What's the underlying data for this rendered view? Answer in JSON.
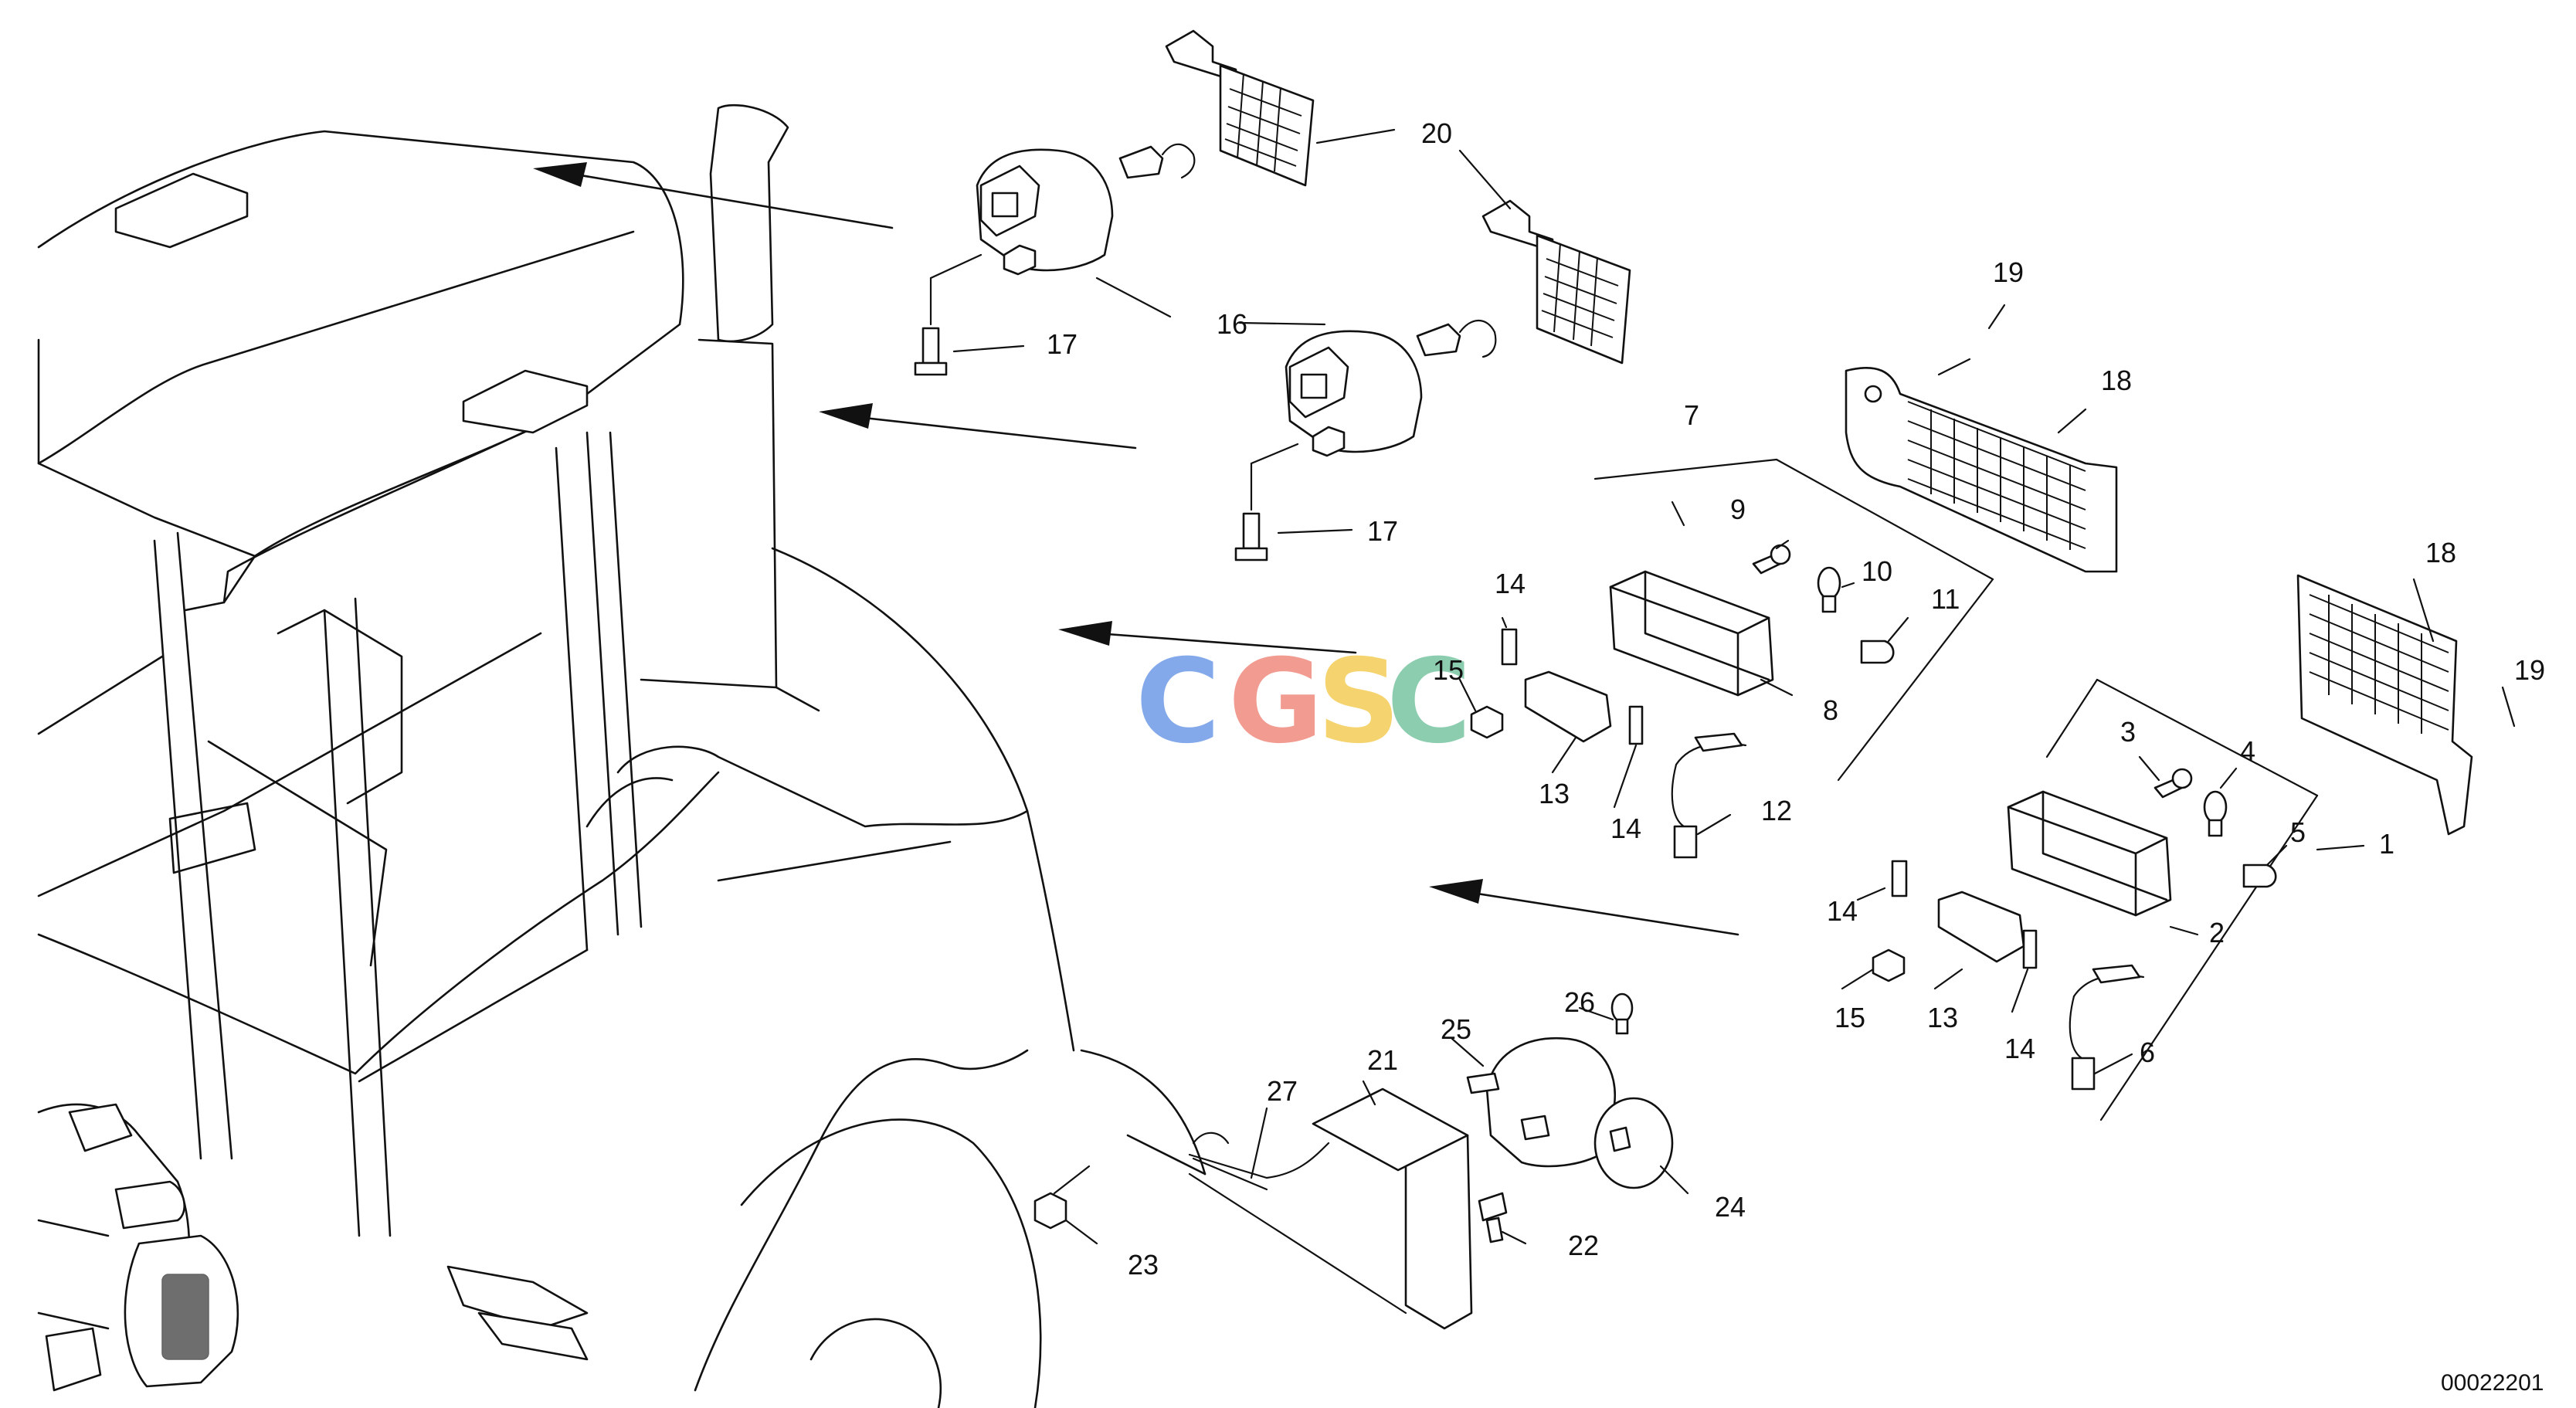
{
  "drawing_number": "00022201",
  "watermark": {
    "letters": [
      "C",
      "G",
      "S",
      "C"
    ],
    "colors": [
      "#6f9be8",
      "#ef8a7e",
      "#f4cd58",
      "#79c5a2"
    ]
  },
  "callouts": [
    {
      "id": "c20",
      "label": "20"
    },
    {
      "id": "c16",
      "label": "16"
    },
    {
      "id": "c17a",
      "label": "17"
    },
    {
      "id": "c17b",
      "label": "17"
    },
    {
      "id": "c19a",
      "label": "19"
    },
    {
      "id": "c18a",
      "label": "18"
    },
    {
      "id": "c7",
      "label": "7"
    },
    {
      "id": "c9",
      "label": "9"
    },
    {
      "id": "c10",
      "label": "10"
    },
    {
      "id": "c11",
      "label": "11"
    },
    {
      "id": "c14a",
      "label": "14"
    },
    {
      "id": "c15a",
      "label": "15"
    },
    {
      "id": "c8",
      "label": "8"
    },
    {
      "id": "c13a",
      "label": "13"
    },
    {
      "id": "c14b",
      "label": "14"
    },
    {
      "id": "c12",
      "label": "12"
    },
    {
      "id": "c18b",
      "label": "18"
    },
    {
      "id": "c19b",
      "label": "19"
    },
    {
      "id": "c3",
      "label": "3"
    },
    {
      "id": "c4",
      "label": "4"
    },
    {
      "id": "c5",
      "label": "5"
    },
    {
      "id": "c1",
      "label": "1"
    },
    {
      "id": "c14c",
      "label": "14"
    },
    {
      "id": "c2",
      "label": "2"
    },
    {
      "id": "c15b",
      "label": "15"
    },
    {
      "id": "c13b",
      "label": "13"
    },
    {
      "id": "c14d",
      "label": "14"
    },
    {
      "id": "c6",
      "label": "6"
    },
    {
      "id": "c26",
      "label": "26"
    },
    {
      "id": "c25",
      "label": "25"
    },
    {
      "id": "c21",
      "label": "21"
    },
    {
      "id": "c27",
      "label": "27"
    },
    {
      "id": "c24",
      "label": "24"
    },
    {
      "id": "c22",
      "label": "22"
    },
    {
      "id": "c23",
      "label": "23"
    }
  ]
}
